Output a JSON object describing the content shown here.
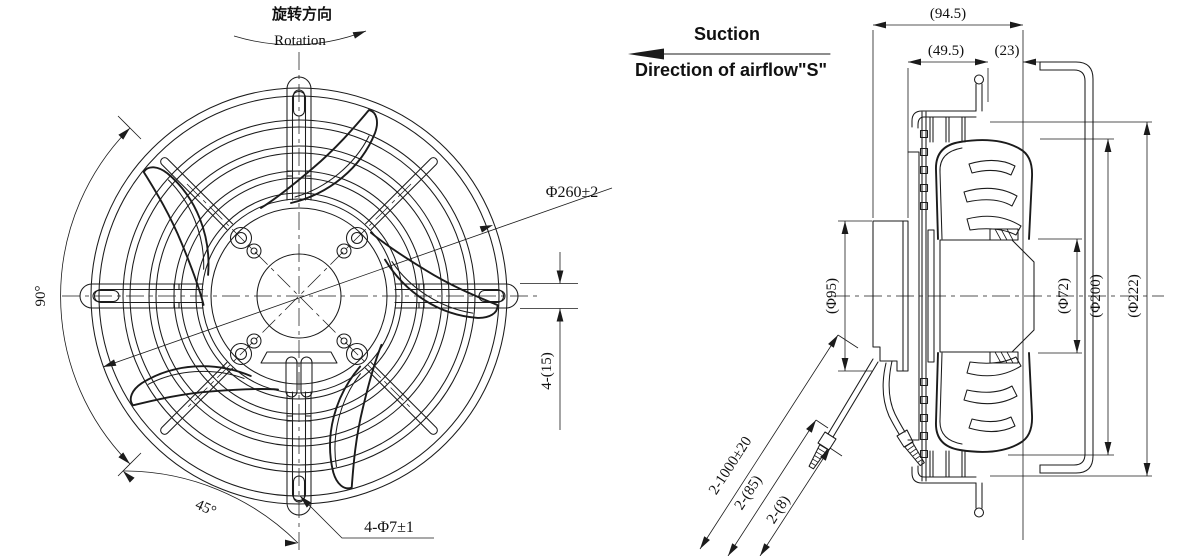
{
  "drawing": {
    "front": {
      "rotation_cn": "旋转方向",
      "rotation_en": "Rotation",
      "dia_outer": "Φ260±2",
      "slot_width": "4-(15)",
      "angle_90": "90°",
      "angle_45": "45°",
      "mount_holes": "4-Φ7±1"
    },
    "side": {
      "suction": "Suction",
      "airflow": "Direction of airflow\"S\"",
      "depth_total": "(94.5)",
      "depth_motor": "(49.5)",
      "depth_guard": "(23)",
      "dia_motor": "(Φ95)",
      "dia_hub": "(Φ72)",
      "dia_impeller": "(Φ200)",
      "dia_guard": "(Φ222)",
      "cable_length": "2-1000±20",
      "cable_sheath": "2-(85)",
      "cable_tip": "2-(8)"
    },
    "colors": {
      "line": "#1b1b1b",
      "background": "#ffffff"
    }
  }
}
